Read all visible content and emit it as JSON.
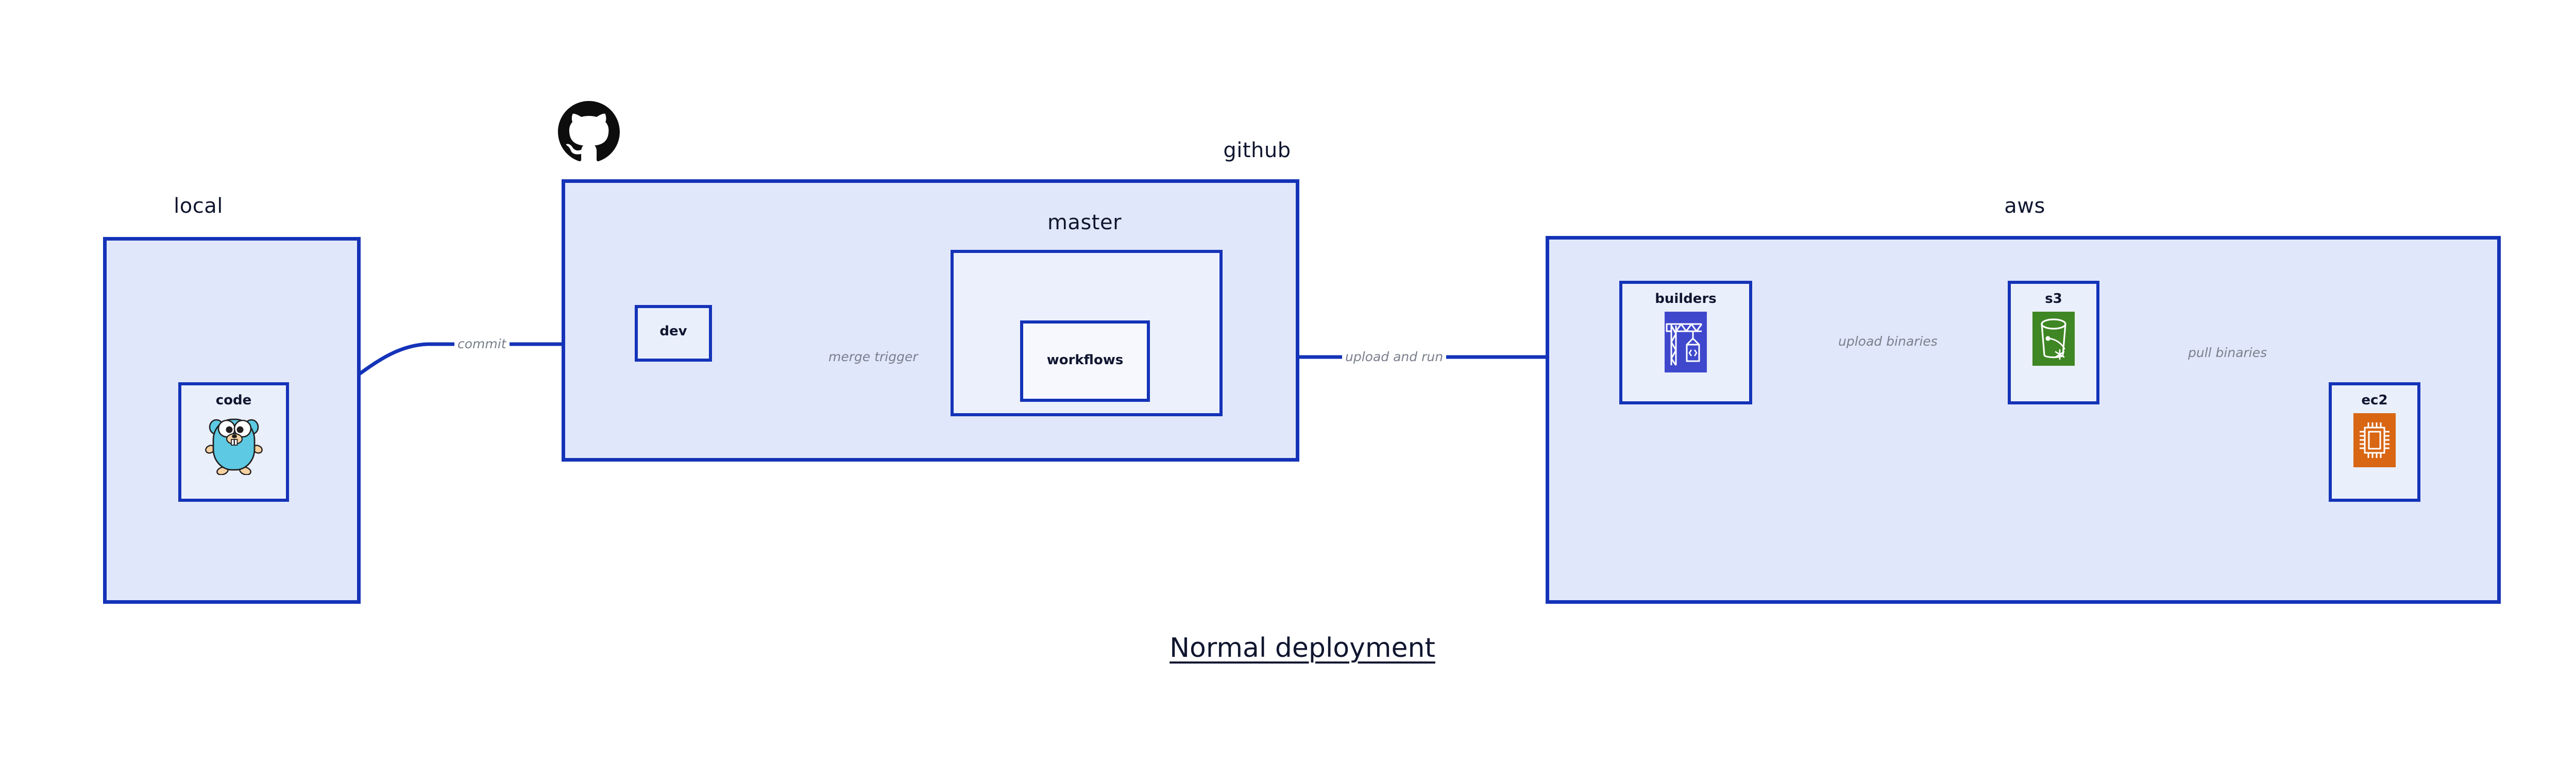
{
  "diagram": {
    "title": "Normal deployment",
    "accent_border": "#1433B8",
    "group_fill": "#E1E7FA",
    "subgroup_fill": "#ECF0FC",
    "node_fill": "#EAEFFC",
    "label_color": "#10162F",
    "edge_label_color": "#7A7F8C"
  },
  "groups": {
    "local": {
      "label": "local"
    },
    "github": {
      "label": "github"
    },
    "master": {
      "label": "master"
    },
    "aws": {
      "label": "aws"
    }
  },
  "nodes": {
    "code": {
      "label": "code",
      "icon": "go-gopher-icon"
    },
    "dev": {
      "label": "dev",
      "icon": "none"
    },
    "workflows": {
      "label": "workflows",
      "icon": "none"
    },
    "builders": {
      "label": "builders",
      "icon": "aws-codebuild-icon",
      "icon_color": "#3F48CC"
    },
    "s3": {
      "label": "s3",
      "icon": "aws-s3-icon",
      "icon_color": "#3F8624"
    },
    "ec2": {
      "label": "ec2",
      "icon": "aws-ec2-icon",
      "icon_color": "#D86613"
    }
  },
  "edges": [
    {
      "id": "commit",
      "label": "commit",
      "from": "code",
      "to": "dev"
    },
    {
      "id": "merge-trigger",
      "label": "merge trigger",
      "from": "dev",
      "to": "workflows"
    },
    {
      "id": "upload-and-run",
      "label": "upload and run",
      "from": "workflows",
      "to": "builders"
    },
    {
      "id": "upload-binaries",
      "label": "upload binaries",
      "from": "builders",
      "to": "s3"
    },
    {
      "id": "pull-binaries",
      "label": "pull binaries",
      "from": "s3",
      "to": "ec2"
    }
  ],
  "logos": {
    "github": "github-octocat-logo"
  }
}
